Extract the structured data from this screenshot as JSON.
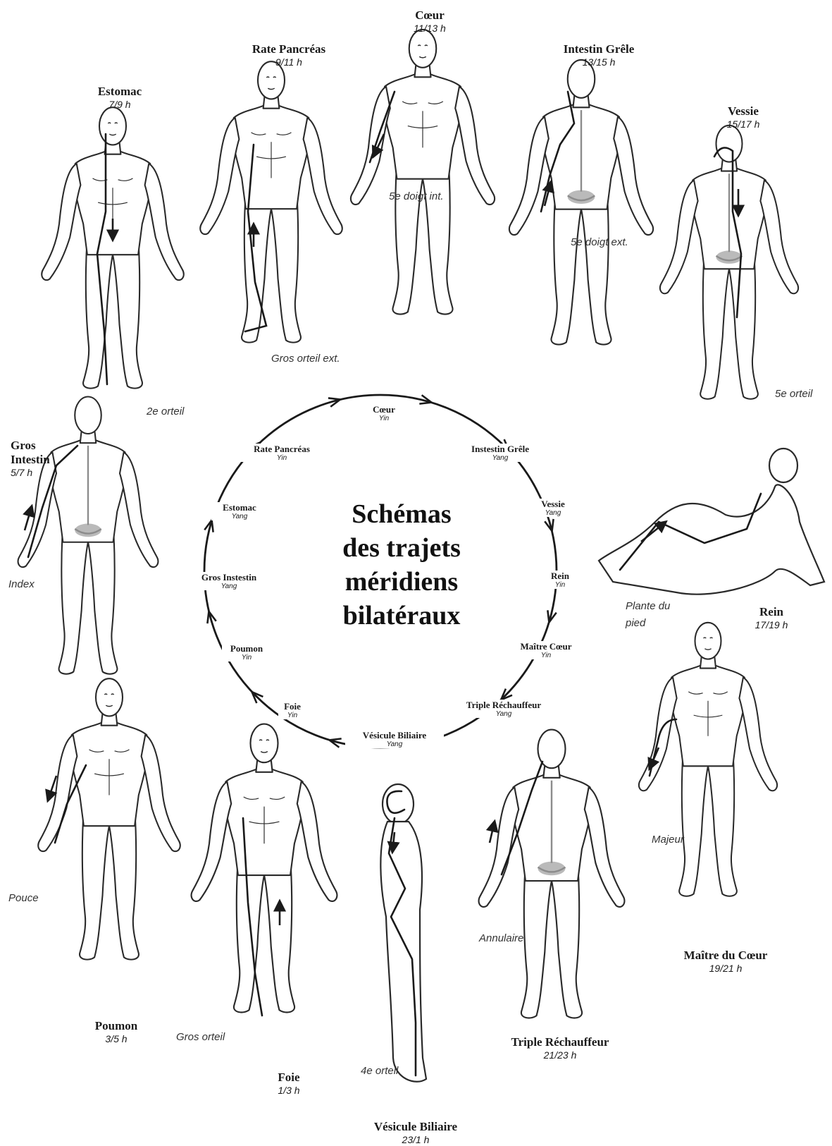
{
  "title": [
    "Schémas",
    "des trajets",
    "méridiens",
    "bilatéraux"
  ],
  "cycle": [
    {
      "name": "Cœur",
      "polarity": "Yin"
    },
    {
      "name": "Instestin Grêle",
      "polarity": "Yang"
    },
    {
      "name": "Vessie",
      "polarity": "Yang"
    },
    {
      "name": "Rein",
      "polarity": "Yin"
    },
    {
      "name": "Maître Cœur",
      "polarity": "Yin"
    },
    {
      "name": "Triple Réchauffeur",
      "polarity": "Yang"
    },
    {
      "name": "Vésicule Biliaire",
      "polarity": "Yang"
    },
    {
      "name": "Foie",
      "polarity": "Yin"
    },
    {
      "name": "Poumon",
      "polarity": "Yin"
    },
    {
      "name": "Gros Instestin",
      "polarity": "Yang"
    },
    {
      "name": "Estomac",
      "polarity": "Yang"
    },
    {
      "name": "Rate Pancréas",
      "polarity": "Yin"
    }
  ],
  "meridians": [
    {
      "id": "coeur",
      "name": "Cœur",
      "hours": "11/13 h",
      "endpoint": "5e doigt int."
    },
    {
      "id": "rate",
      "name": "Rate Pancréas",
      "hours": "9/11 h",
      "endpoint": "Gros orteil ext."
    },
    {
      "id": "intestin-grele",
      "name": "Intestin Grêle",
      "hours": "13/15 h",
      "endpoint": "5e doigt ext."
    },
    {
      "id": "estomac",
      "name": "Estomac",
      "hours": "7/9 h",
      "endpoint": "2e orteil"
    },
    {
      "id": "vessie",
      "name": "Vessie",
      "hours": "15/17 h",
      "endpoint": "5e orteil"
    },
    {
      "id": "gros-intestin",
      "name": "Gros Intestin",
      "hours": "5/7 h",
      "endpoint": "Index"
    },
    {
      "id": "rein",
      "name": "Rein",
      "hours": "17/19 h",
      "endpoint": "Plante du pied"
    },
    {
      "id": "maitre-coeur",
      "name": "Maître du Cœur",
      "hours": "19/21 h",
      "endpoint": "Majeur"
    },
    {
      "id": "poumon",
      "name": "Poumon",
      "hours": "3/5 h",
      "endpoint": "Pouce"
    },
    {
      "id": "foie",
      "name": "Foie",
      "hours": "1/3 h",
      "endpoint": "Gros orteil"
    },
    {
      "id": "vesicule",
      "name": "Vésicule Biliaire",
      "hours": "23/1 h",
      "endpoint": "4e orteil"
    },
    {
      "id": "triple",
      "name": "Triple Réchauffeur",
      "hours": "21/23 h",
      "endpoint": "Annulaire"
    }
  ],
  "colors": {
    "ink": "#1a1a1a",
    "figure_fill": "#ffffff",
    "figure_stroke": "#2a2a2a",
    "shadow": "#8c8c8c"
  }
}
